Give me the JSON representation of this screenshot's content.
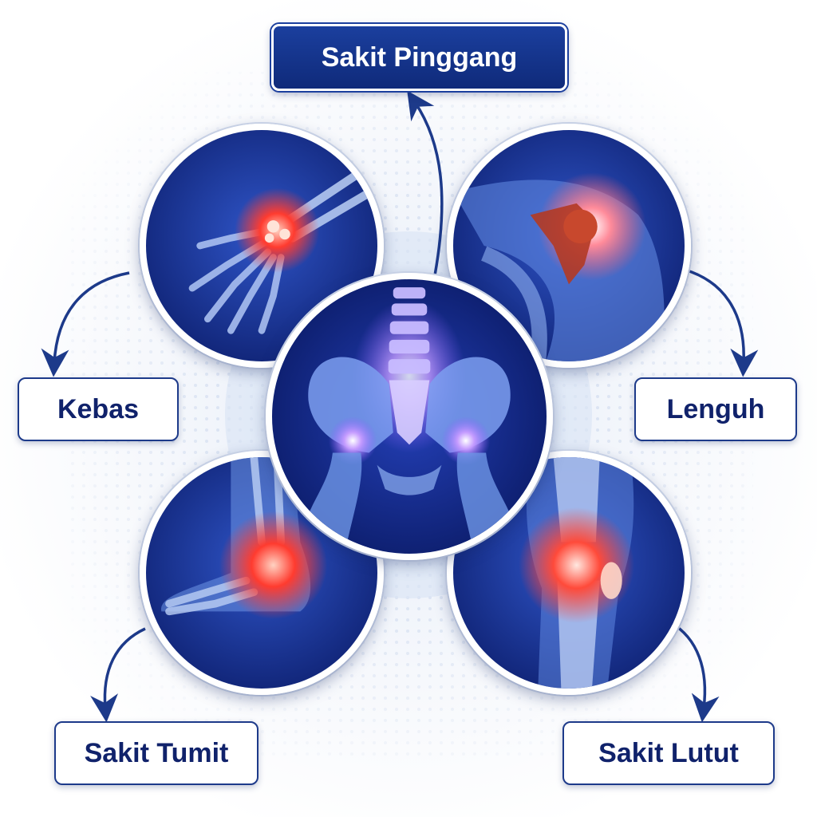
{
  "labels": {
    "top": "Sakit Pinggang",
    "left": "Kebas",
    "right": "Lenguh",
    "bottom_left": "Sakit Tumit",
    "bottom_right": "Sakit Lutut"
  },
  "colors": {
    "navy": "#10226b",
    "accent_blue": "#1b3f9e",
    "pain_red": "#ff3b2f",
    "glow_purple": "#b58cff"
  },
  "illustrations": {
    "center": "pelvis-spine-illustration",
    "top_left": "wrist-hand-illustration",
    "top_right": "shoulder-illustration",
    "bottom_left": "foot-heel-illustration",
    "bottom_right": "knee-illustration"
  }
}
